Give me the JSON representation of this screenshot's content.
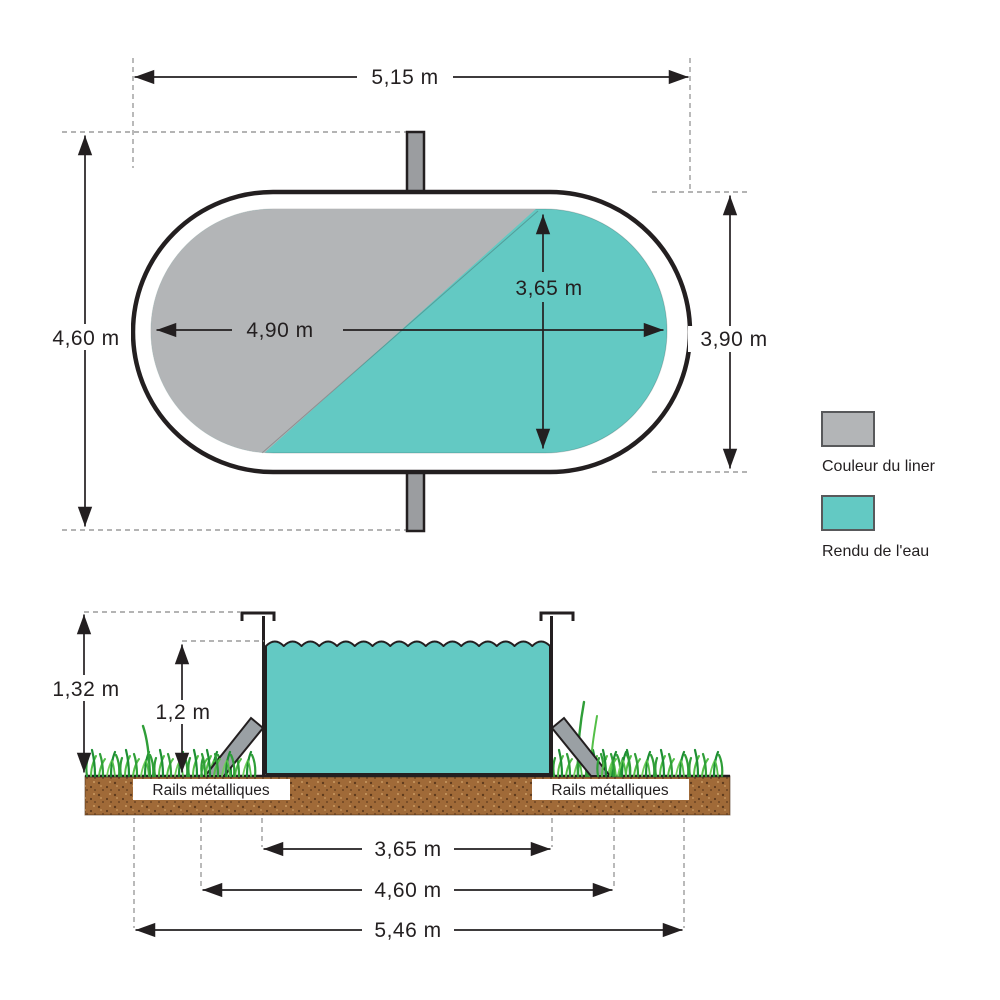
{
  "colors": {
    "liner": "#b3b5b7",
    "water": "#63c9c3",
    "outline": "#231f20",
    "tab": "#9b9da0",
    "metal": "#9aa0a4",
    "dirt": "#a06a38"
  },
  "top_view": {
    "total_width": "5,15 m",
    "total_height": "4,60 m",
    "liner_width": "4,90 m",
    "water_width": "3,65 m",
    "basin_height": "3,90 m"
  },
  "side_view": {
    "overall_height": "1,32 m",
    "water_depth": "1,2 m",
    "rails_left": "Rails métalliques",
    "rails_right": "Rails métalliques",
    "inner_width": "3,65 m",
    "rail_span": "4,60 m",
    "overall_width": "5,46 m"
  },
  "legend": {
    "liner_label": "Couleur du liner",
    "water_label": "Rendu de l'eau"
  }
}
